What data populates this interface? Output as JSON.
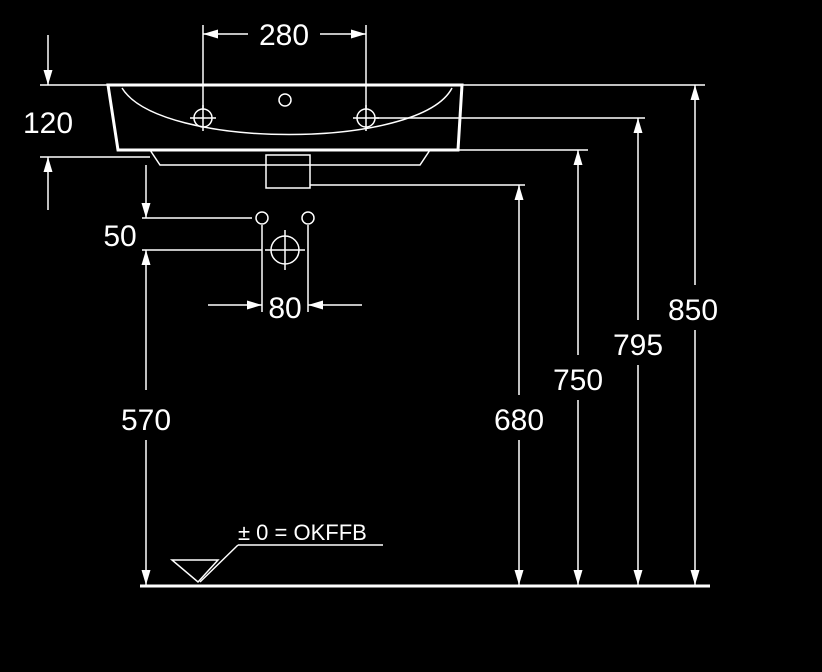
{
  "labels": {
    "width_holes": "280",
    "height_basin": "120",
    "pipe_offset": "50",
    "pipe_spacing": "80",
    "drain_height": "570",
    "h680": "680",
    "h750": "750",
    "h795": "795",
    "h850": "850",
    "floor_ref": "± 0 = OKFFB"
  },
  "colors": {
    "background": "#000000",
    "line": "#ffffff"
  }
}
